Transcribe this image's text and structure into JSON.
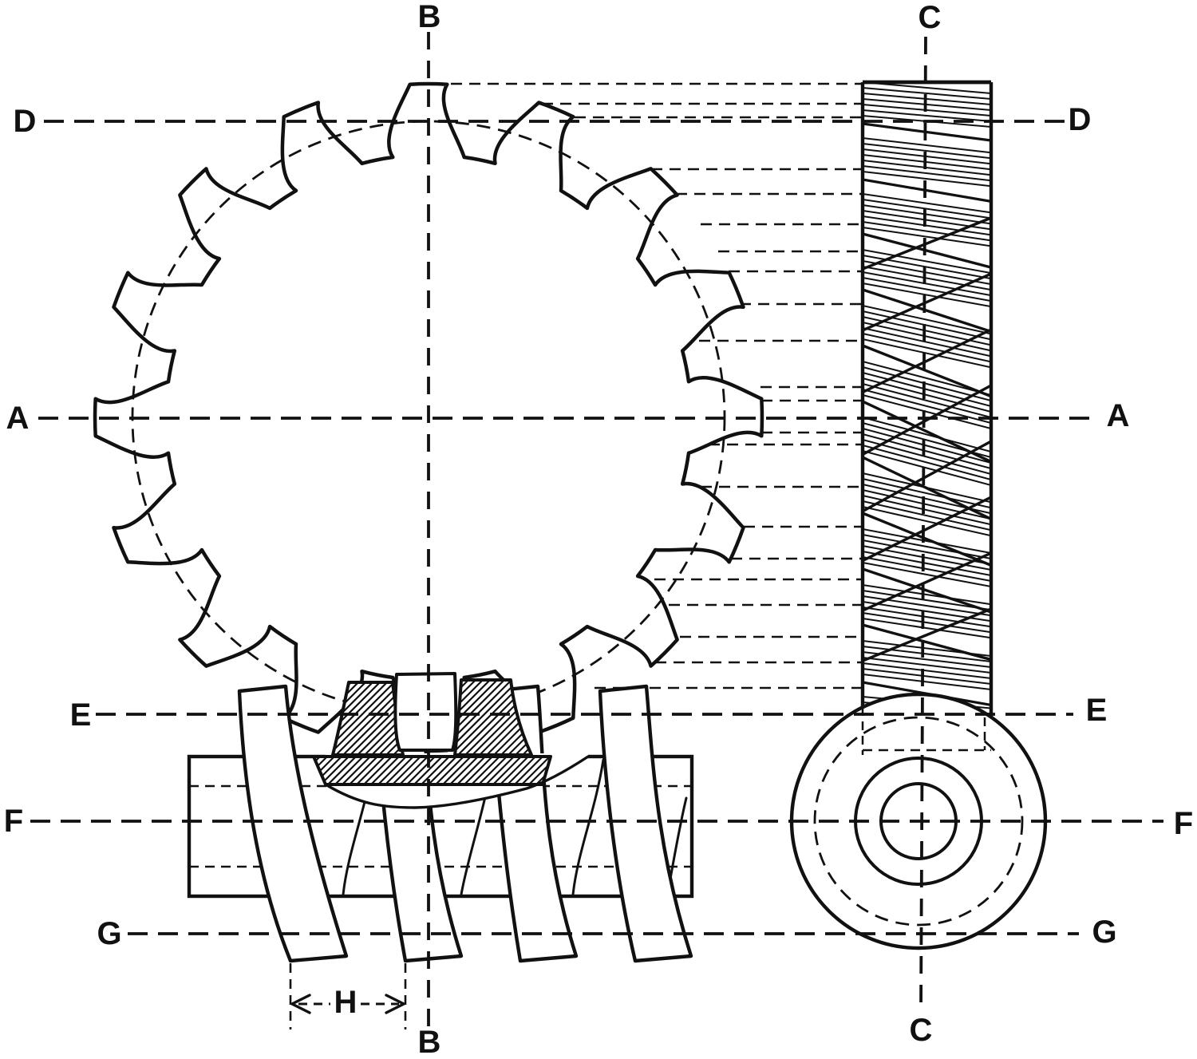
{
  "figure": {
    "kind": "technical-drawing",
    "subject": "Worm and worm wheel: wheel elevation with projection lines, rim side section, worm elevation and worm end view",
    "colors": {
      "ink": "#111111",
      "paper": "#ffffff"
    },
    "labels": {
      "a_left": "A",
      "a_right": "A",
      "b_top": "B",
      "b_bottom": "B",
      "c_top": "C",
      "c_bottom": "C",
      "d_left": "D",
      "d_right": "D",
      "e_left": "E",
      "e_right": "E",
      "f_left": "F",
      "f_right": "F",
      "g_left": "G",
      "g_right": "G",
      "h_dim": "H"
    }
  }
}
